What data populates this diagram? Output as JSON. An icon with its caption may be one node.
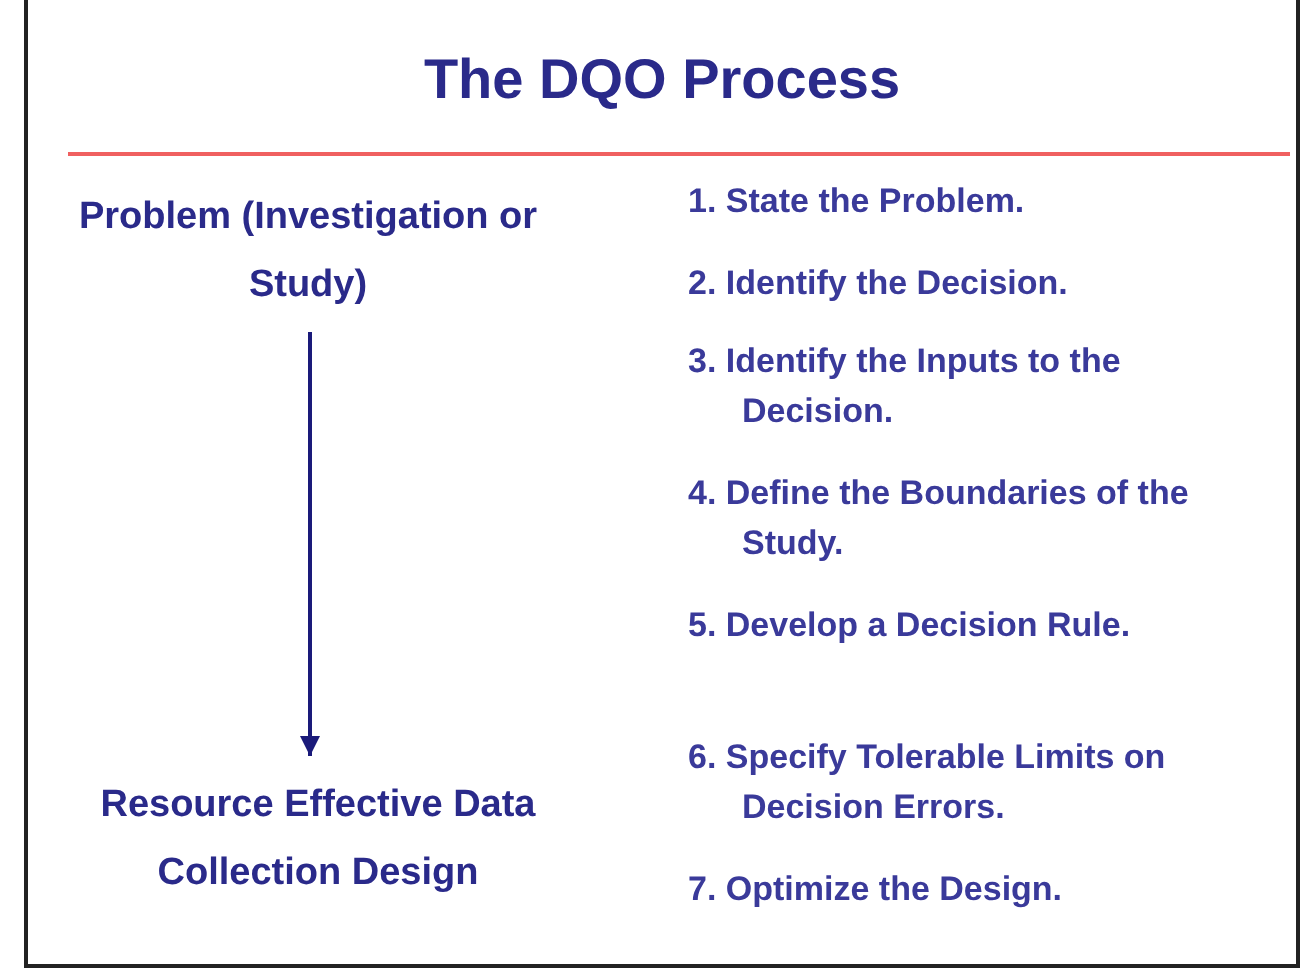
{
  "diagram": {
    "title": "The DQO Process",
    "nodes": [
      {
        "text": [
          "Problem (Investigation or Study)"
        ]
      },
      {
        "text": [
          "Resource Effective Data Collection Design"
        ]
      }
    ],
    "edges": [
      {
        "from": 0,
        "to": 1,
        "arrow": "to"
      }
    ],
    "labels": [
      "1. State the Problem.",
      "2. Identify the Decision.",
      "3. Identify the Inputs to the Decision.",
      "4. Define the Boundaries of the Study.",
      "5. Develop a Decision Rule.",
      "6. Specify Tolerable Limits on Decision Errors.",
      "7. Optimize the Design."
    ]
  }
}
